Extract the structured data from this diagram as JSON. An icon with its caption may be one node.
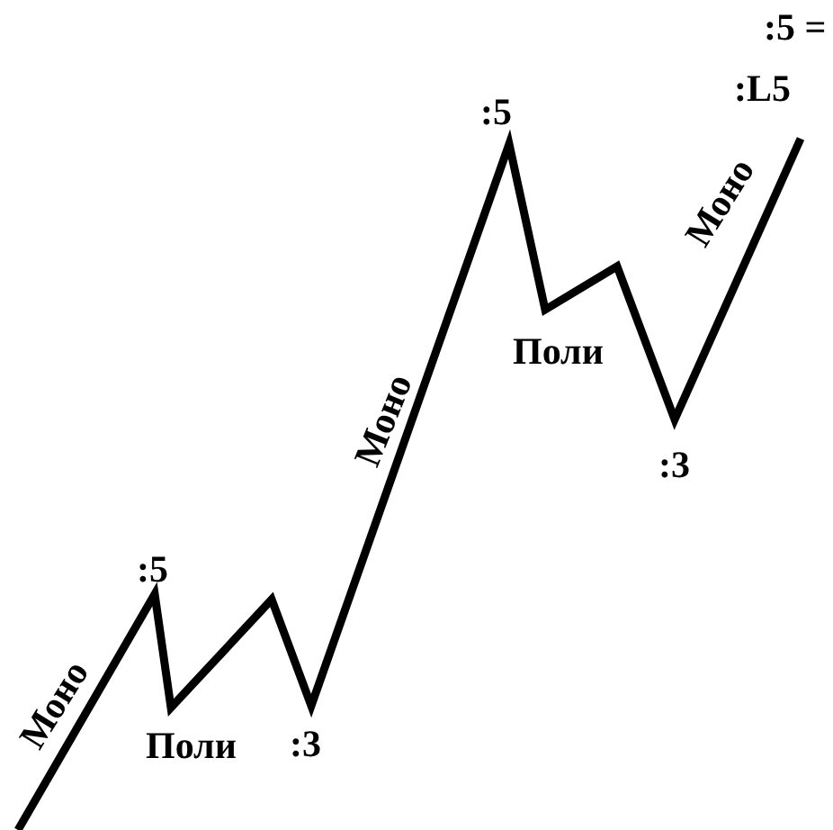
{
  "diagram": {
    "labels": [
      ":5 =",
      ":L5",
      ":5",
      "Моно",
      "Поли",
      "Моно",
      ":3",
      ":5",
      "Моно",
      "Поли",
      ":3"
    ]
  }
}
